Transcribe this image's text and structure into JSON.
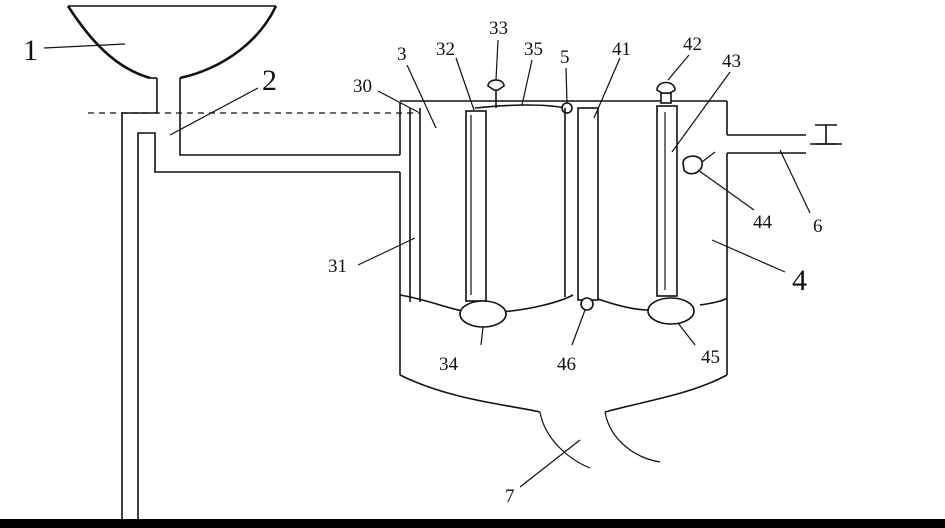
{
  "labels": {
    "l1": "1",
    "l2": "2",
    "l3": "3",
    "l4": "4",
    "l5": "5",
    "l6": "6",
    "l7": "7",
    "l30": "30",
    "l31": "31",
    "l32": "32",
    "l33": "33",
    "l34": "34",
    "l35": "35",
    "l41": "41",
    "l42": "42",
    "l43": "43",
    "l44": "44",
    "l45": "45",
    "l46": "46"
  }
}
